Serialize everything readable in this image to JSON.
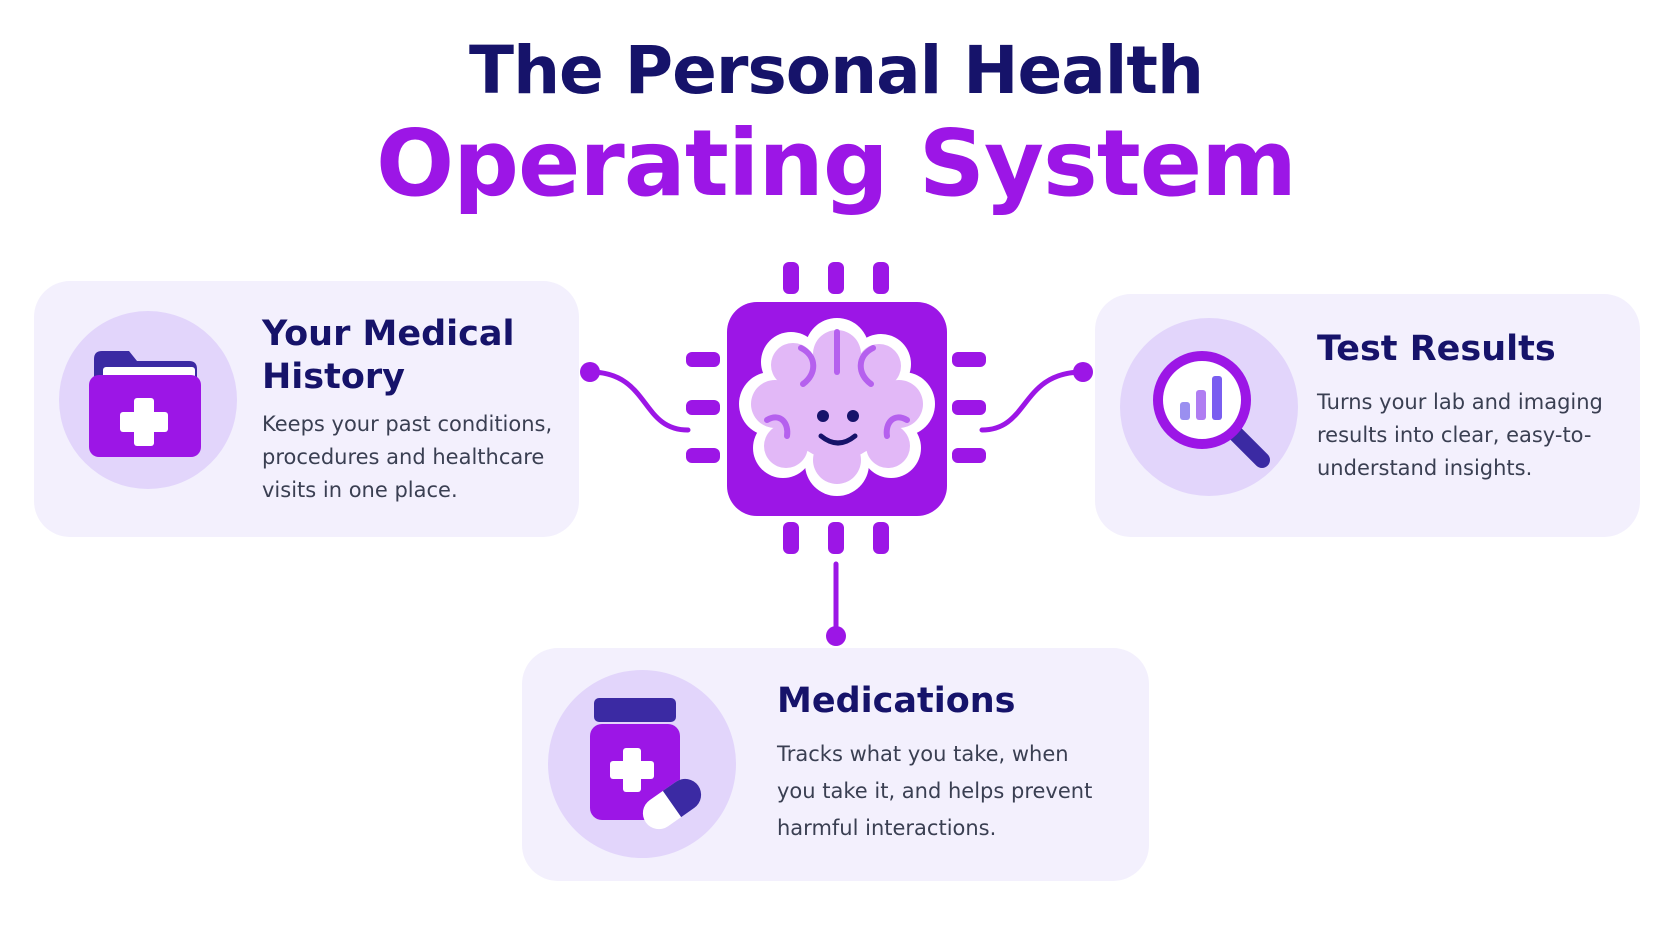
{
  "title": {
    "line1": "The Personal Health",
    "line2": "Operating System"
  },
  "center": {
    "icon": "brain-chip-icon"
  },
  "cards": [
    {
      "id": "medical-history",
      "icon": "medical-folder-icon",
      "title": "Your Medical History",
      "description": "Keeps your past conditions, procedures and healthcare visits in one place."
    },
    {
      "id": "test-results",
      "icon": "magnifier-chart-icon",
      "title": "Test Results",
      "description": "Turns your lab and imaging results into clear, easy-to-understand insights."
    },
    {
      "id": "medications",
      "icon": "pill-bottle-icon",
      "title": "Medications",
      "description": "Tracks what you take, when you take it, and helps prevent harmful interactions."
    }
  ],
  "colors": {
    "navy": "#16136a",
    "purple": "#9c16e6",
    "card_bg": "#f3f0fd",
    "icon_bg": "#e2d5fb"
  }
}
